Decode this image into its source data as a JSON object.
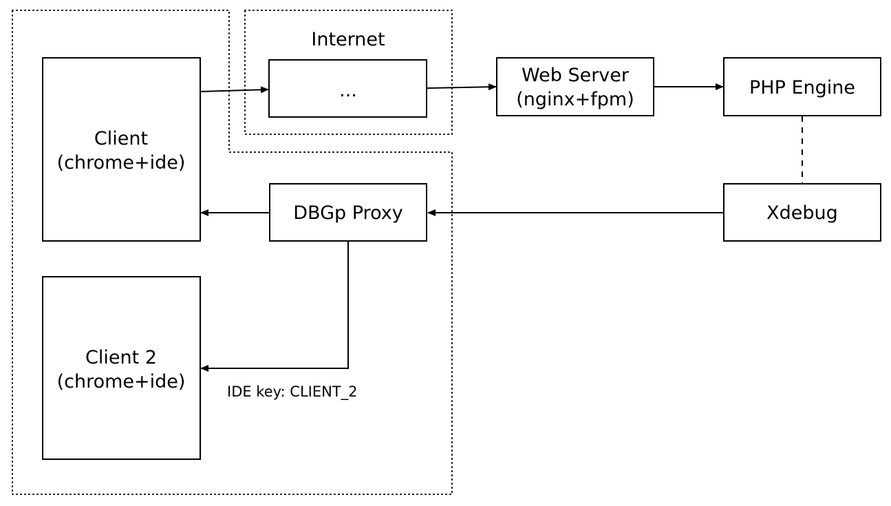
{
  "groups": {
    "internet": "Internet"
  },
  "nodes": {
    "client": [
      "Client",
      "(chrome+ide)"
    ],
    "client2": [
      "Client 2",
      "(chrome+ide)"
    ],
    "internet_node": "...",
    "web_server": [
      "Web Server",
      "(nginx+fpm)"
    ],
    "php_engine": "PHP Engine",
    "dbgp_proxy": "DBGp Proxy",
    "xdebug": "Xdebug"
  },
  "edges": {
    "ide_key_label": "IDE key: CLIENT_2"
  }
}
